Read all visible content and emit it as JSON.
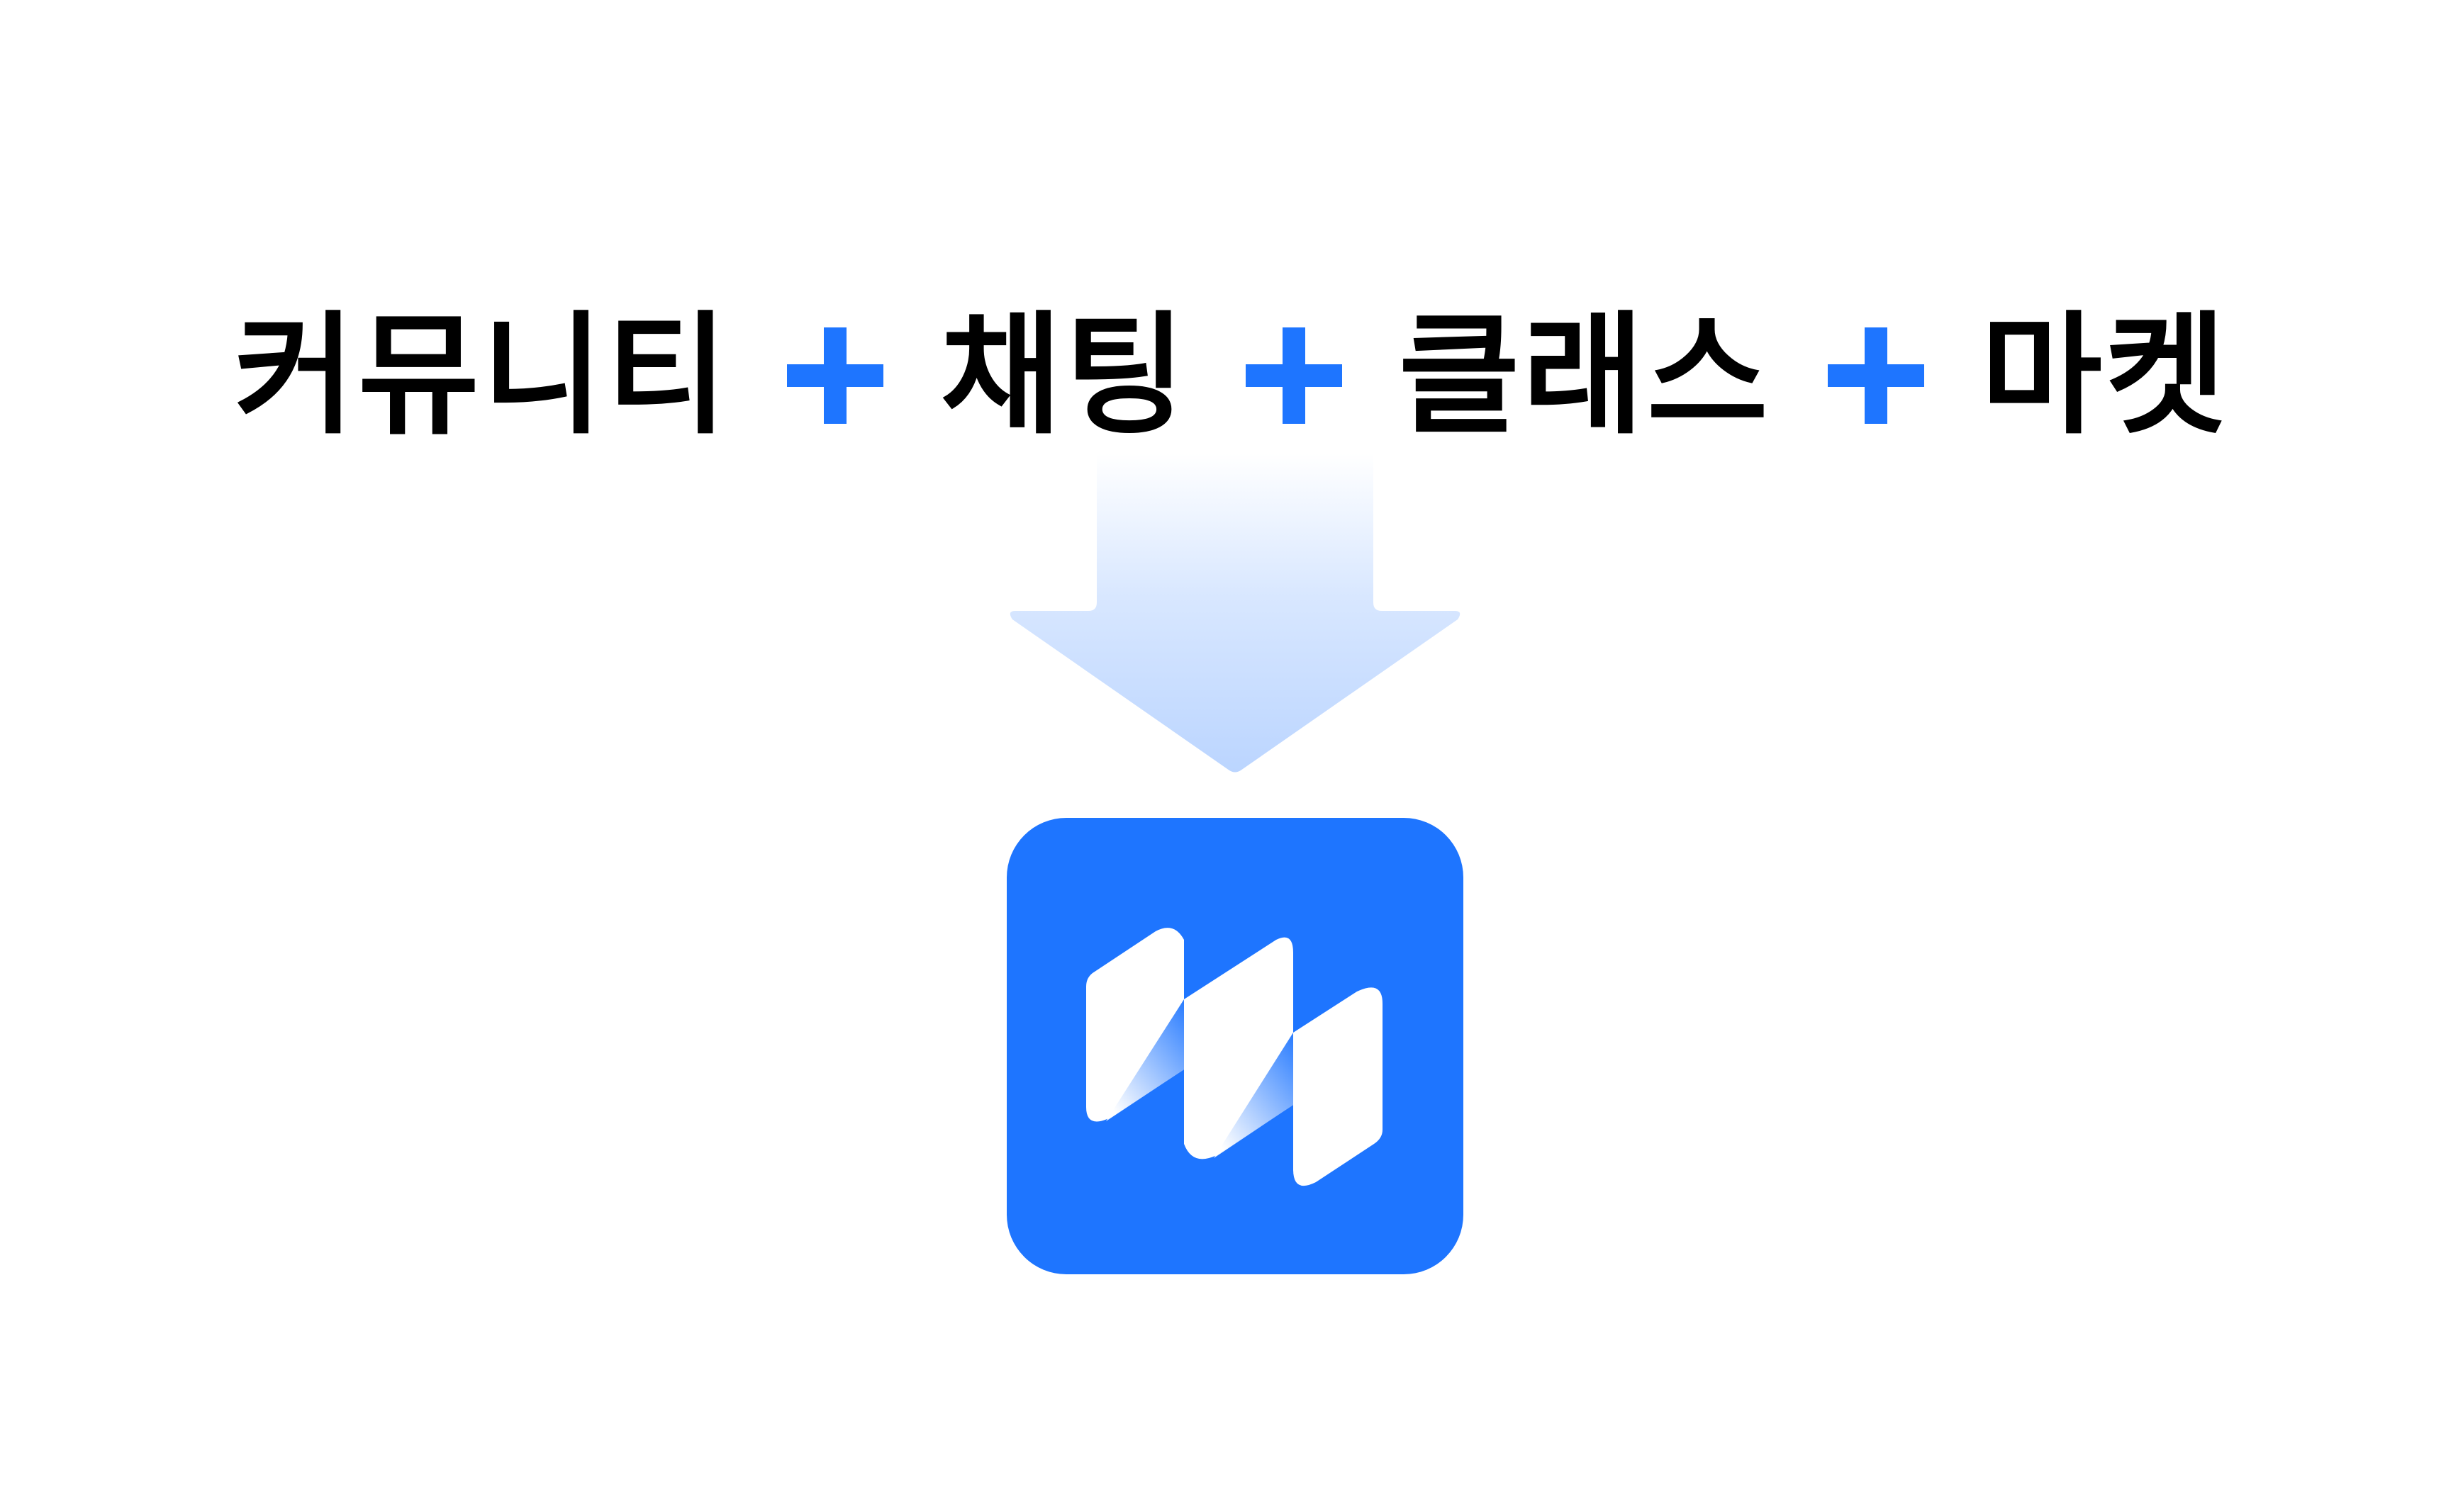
{
  "headline": {
    "words": [
      "커뮤니티",
      "채팅",
      "클래스",
      "마켓"
    ],
    "plus_icon": "plus-icon",
    "plus_color": "#1E75FF",
    "text_color": "#000000"
  },
  "arrow": {
    "icon": "down-arrow-icon",
    "color_top": "#FFFFFF",
    "color_bottom": "#BBD5FF"
  },
  "app_icon": {
    "icon": "brand-logo-icon",
    "background": "#1E75FF",
    "foreground": "#FFFFFF"
  }
}
